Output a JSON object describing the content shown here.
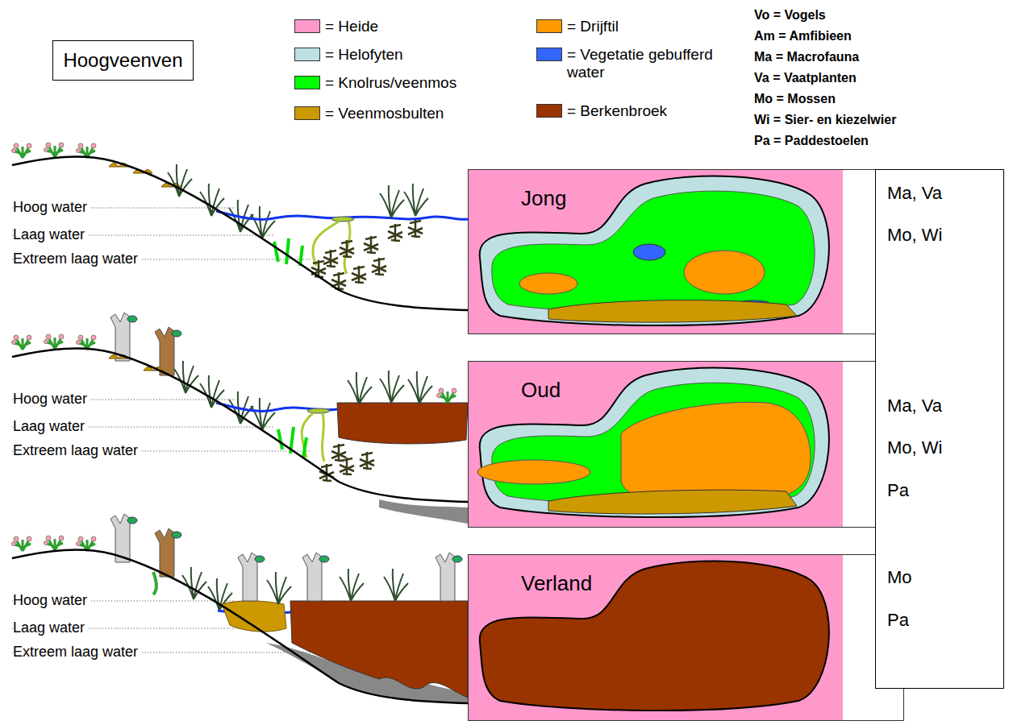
{
  "diagram": {
    "nodes": [
      {
        "text": [
          "Hoogveenven"
        ]
      },
      {
        "text": [
          "Jong"
        ]
      },
      {
        "text": [
          "Oud"
        ]
      },
      {
        "text": [
          "Verland"
        ]
      },
      {
        "text": [
          "Ma, Va",
          "Mo, Wi",
          "Ma, Va",
          "Mo, Wi",
          "Pa",
          "Mo",
          "Pa"
        ]
      }
    ],
    "edges": [],
    "labels": [
      "Hoog water",
      "Laag water",
      "Extreem laag water",
      "Hoog water",
      "Laag water",
      "Extreem laag water",
      "Hoog water",
      "Laag water",
      "Extreem laag water",
      "Vo = Vogels",
      "Am = Amfibieen",
      "Ma = Macrofauna",
      "Va = Vaatplanten",
      "Mo = Mossen",
      "Wi = Sier- en kiezelwier",
      "Pa = Paddestoelen"
    ],
    "legend": [
      {
        "text": "= Heide",
        "color": "#ff99cc"
      },
      {
        "text": "= Helofyten",
        "color": "#bfe0e3"
      },
      {
        "text": "= Knolrus/veenmos",
        "color": "#00ff00"
      },
      {
        "text": "= Veenmosbulten",
        "color": "#cc9900"
      },
      {
        "text": "= Drijftil",
        "color": "#ff9900"
      },
      {
        "text": "= Vegetatie gebufferd water",
        "color": "#3366ff"
      },
      {
        "text": "= Berkenbroek",
        "color": "#993300"
      }
    ]
  }
}
